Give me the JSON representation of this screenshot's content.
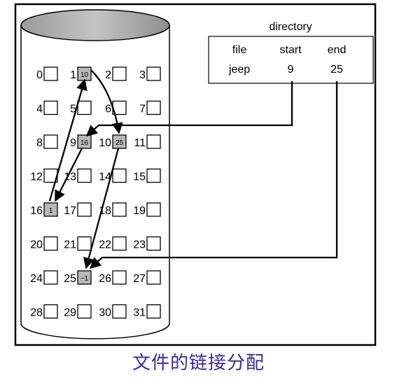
{
  "directory": {
    "title": "directory",
    "headers": [
      "file",
      "start",
      "end"
    ],
    "row": {
      "file": "jeep",
      "start": "9",
      "end": "25"
    }
  },
  "disk": {
    "block_count": 32,
    "columns": 4,
    "chain": [
      {
        "block": 1,
        "value": "10"
      },
      {
        "block": 9,
        "value": "16"
      },
      {
        "block": 10,
        "value": "25"
      },
      {
        "block": 16,
        "value": "1"
      },
      {
        "block": 25,
        "value": "−1"
      }
    ]
  },
  "caption": "文件的链接分配",
  "colors": {
    "line": "#000000",
    "highlight_fill": "#b8b8b8",
    "cylinder_top": "#a8a8a8",
    "caption": "#3a2aa0"
  }
}
